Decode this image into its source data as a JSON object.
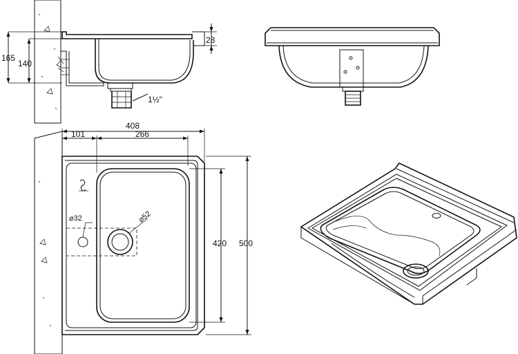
{
  "side_view": {
    "height_total": "165",
    "height_bowl": "140",
    "rim_thickness": "28",
    "drain_thread": "1½\""
  },
  "top_view": {
    "width_total": "408",
    "offset_left": "101",
    "bowl_width": "266",
    "bowl_height": "420",
    "height_total": "500",
    "hole_small": "⌀32",
    "hole_drain": "⌀52"
  }
}
